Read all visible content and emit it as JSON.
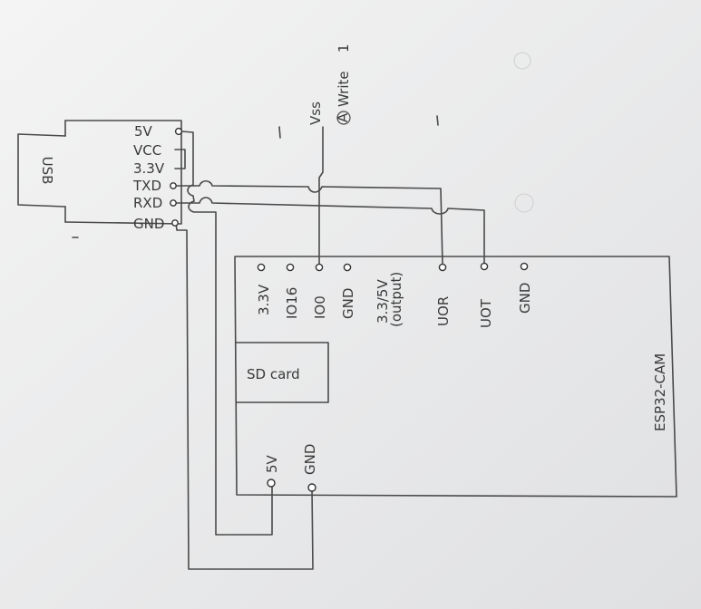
{
  "usb_adapter": {
    "usb_label": "USB",
    "pins": [
      "5V",
      "VCC",
      "3.3V",
      "TXD",
      "RXD",
      "GND"
    ]
  },
  "vss_label": "Vss",
  "write_note": "Write",
  "write_mark": "1",
  "mode_mark": "A",
  "esp32": {
    "title": "ESP32-CAM",
    "top_pins": [
      "3.3V",
      "IO16",
      "IO0",
      "GND",
      "3.3/5V",
      "UOR",
      "UOT",
      "GND"
    ],
    "output_note": "(output)",
    "sdcard_label": "SD card",
    "bottom_pins": [
      "5V",
      "GND"
    ]
  }
}
